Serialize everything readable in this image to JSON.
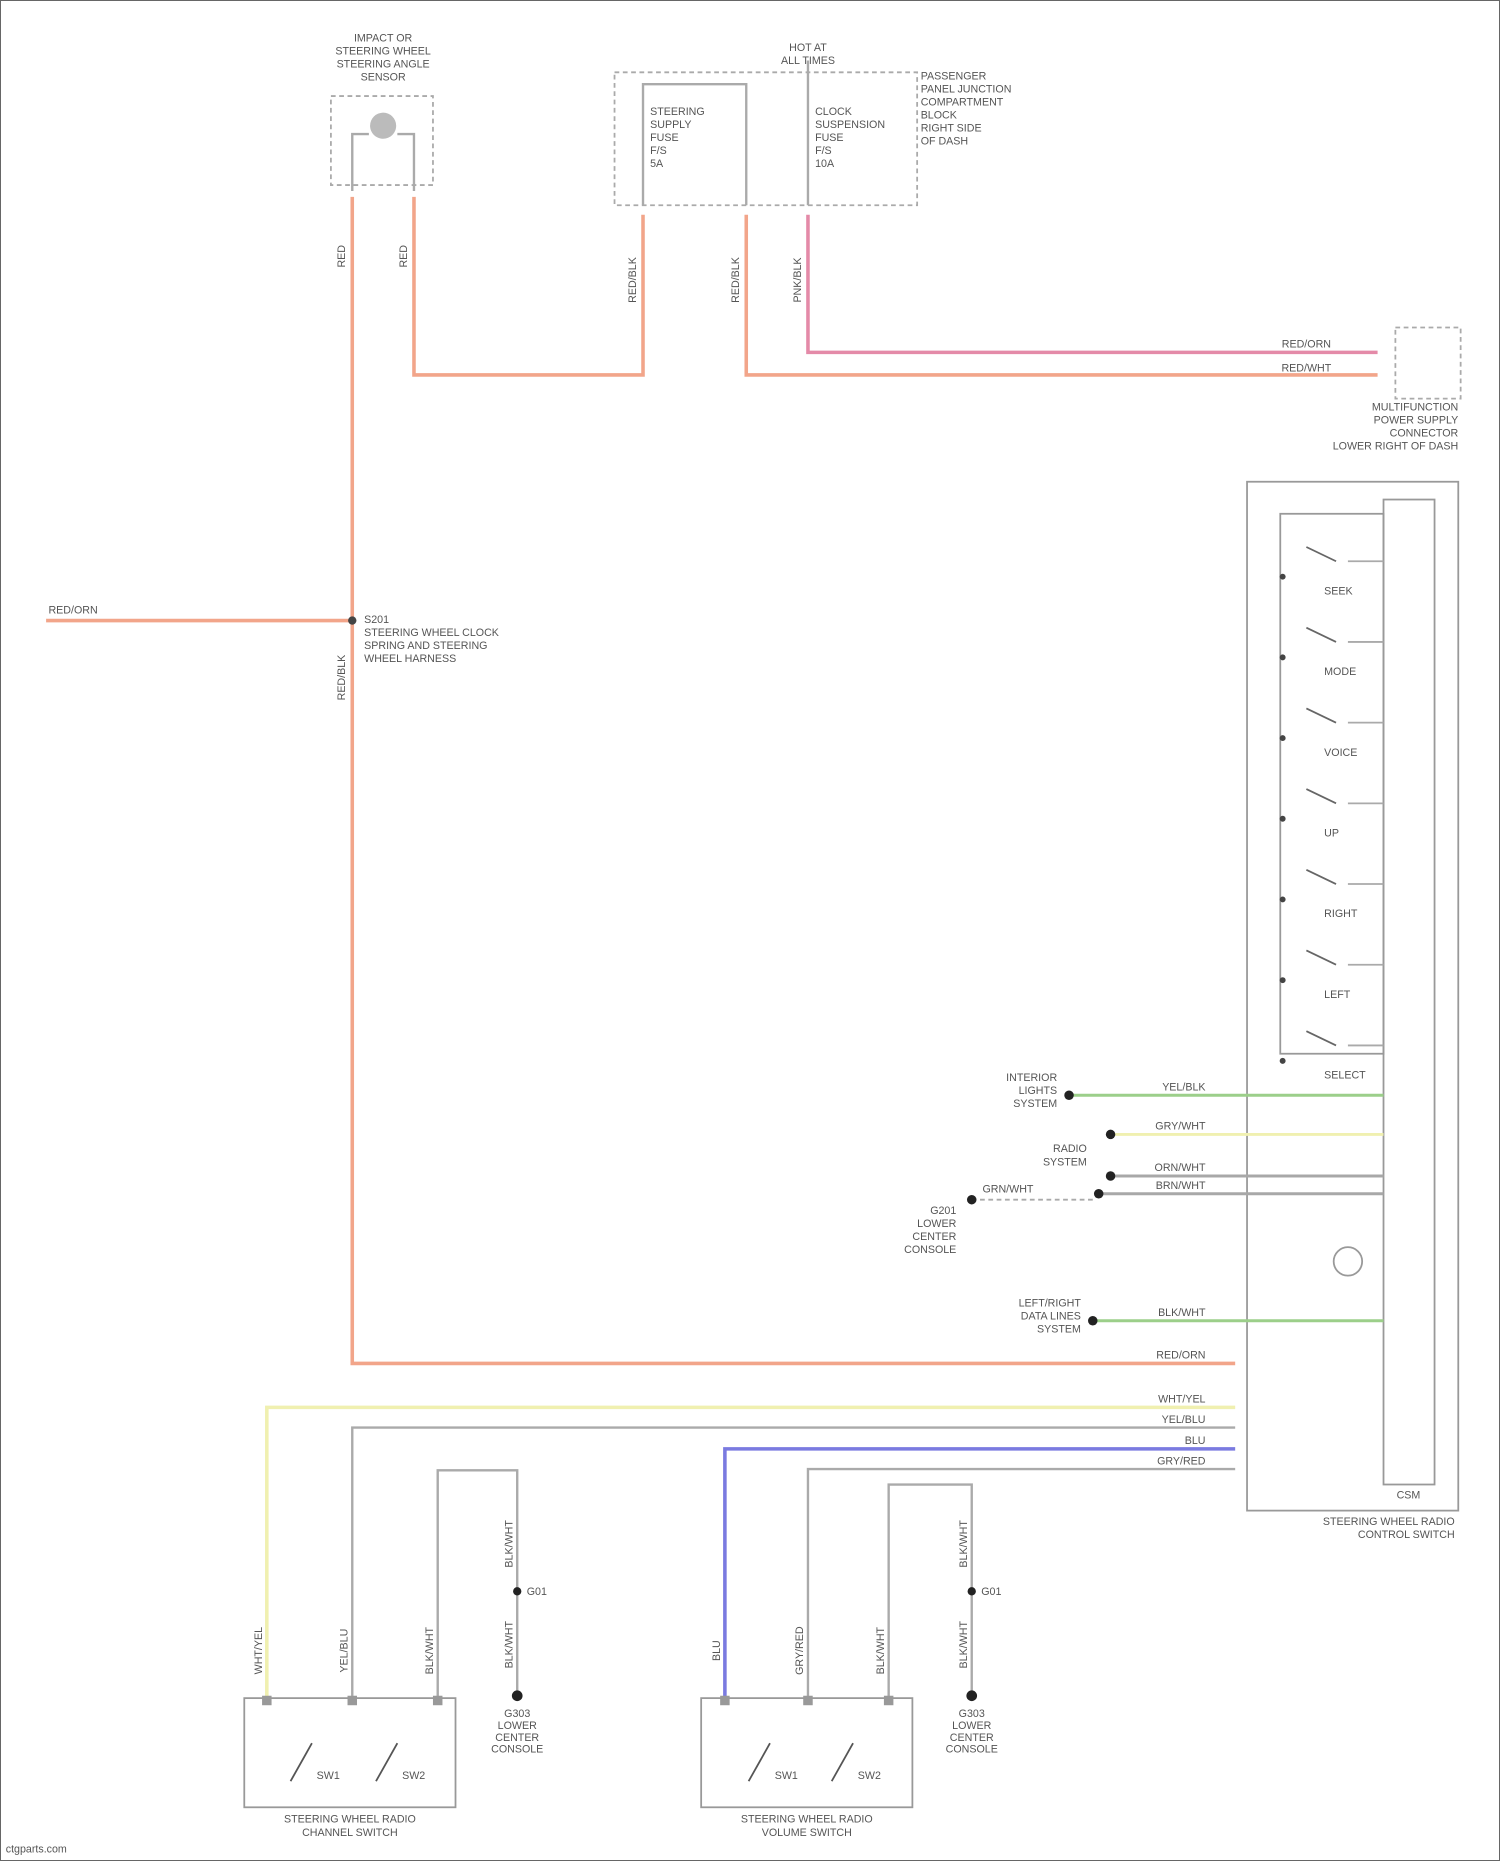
{
  "colors": {
    "orange": "#f2a58a",
    "pink": "#e48aa8",
    "yellow": "#f0f0b0",
    "green": "#9ccf8a",
    "blue": "#7a7ae0",
    "gray": "#a8a8a8",
    "black": "#444444"
  },
  "labels": {
    "top_left_component": [
      "IMPACT OR",
      "STEERING WHEEL",
      "STEERING ANGLE",
      "SENSOR"
    ],
    "top_fuse_title": [
      "HOT AT",
      "ALL TIMES"
    ],
    "fuse_left": [
      "STEERING",
      "SUPPLY",
      "FUSE",
      "F/S",
      "5A"
    ],
    "fuse_right": [
      "CLOCK",
      "SUSPENSION",
      "FUSE",
      "F/S",
      "10A"
    ],
    "fuse_box_note": [
      "PASSENGER",
      "PANEL JUNCTION",
      "COMPARTMENT",
      "BLOCK",
      "RIGHT SIDE",
      "OF DASH"
    ],
    "right_connector": [
      "MULTIFUNCTION",
      "POWER SUPPLY",
      "CONNECTOR",
      "LOWER RIGHT OF DASH"
    ],
    "splice": [
      "S201",
      "STEERING WHEEL CLOCK",
      "SPRING AND STEERING",
      "WHEEL HARNESS"
    ],
    "left_wire": "RED/ORN",
    "wire_tags": [
      "RED",
      "RED",
      "RED/BLK",
      "RED/BLK",
      "PNK/BLK",
      "RED/ORN",
      "RED/WHT",
      "RED/BLK"
    ],
    "switch_labels": [
      "SEEK",
      "MODE",
      "VOICE",
      "UP",
      "RIGHT",
      "LEFT",
      "SELECT"
    ],
    "main_component": [
      "STEERING WHEEL RADIO",
      "CONTROL SWITCH"
    ],
    "main_inner": "CSM",
    "mid_left_labels": [
      [
        "INTERIOR",
        "LIGHTS",
        "SYSTEM"
      ],
      [
        "RADIO",
        "SYSTEM"
      ],
      [
        "G201",
        "LOWER",
        "CENTER",
        "CONSOLE"
      ],
      [
        "LEFT/RIGHT",
        "DATA LINES",
        "SYSTEM"
      ]
    ],
    "mid_wires": [
      "YEL/BLK",
      "GRY/WHT",
      "ORN/WHT",
      "BRN/WHT",
      "BLK/WHT",
      "GRN/WHT",
      "RED/ORN",
      "WHT/YEL",
      "YEL/BLU",
      "BLU",
      "GRY/RED"
    ],
    "ground": "G01",
    "bottom_left_switch": [
      "STEERING WHEEL RADIO",
      "CHANNEL SWITCH"
    ],
    "bottom_right_switch": [
      "STEERING WHEEL RADIO",
      "VOLUME SWITCH"
    ],
    "bottom_left_tags": [
      "WHT/YEL",
      "YEL/BLU",
      "BLK/WHT",
      "BLK/WHT",
      "BLK/WHT"
    ],
    "bottom_right_tags": [
      "BLU",
      "GRY/RED",
      "BLK/WHT",
      "BLK/WHT",
      "BLK/WHT"
    ],
    "sw_small": [
      "SW1",
      "SW2"
    ],
    "ground_labels": [
      [
        "G303",
        "LOWER",
        "CENTER",
        "CONSOLE"
      ],
      [
        "G303",
        "LOWER",
        "CENTER",
        "CONSOLE"
      ]
    ],
    "footer": "ctgparts.com"
  }
}
